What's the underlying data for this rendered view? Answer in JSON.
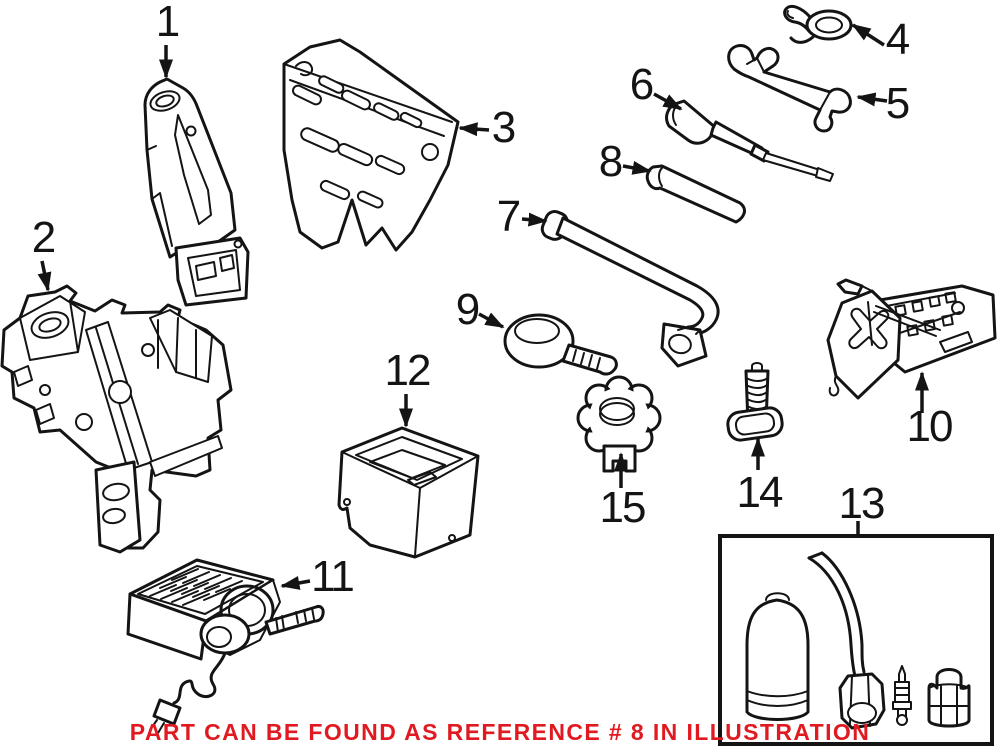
{
  "figure": {
    "kind": "auto-parts-illustration",
    "colors": {
      "background": "#ffffff",
      "line": "#141414",
      "caption_red": "#e01a20"
    }
  },
  "callouts": [
    {
      "number": "1",
      "part": "jack-bracket"
    },
    {
      "number": "2",
      "part": "jack-carrier-base"
    },
    {
      "number": "3",
      "part": "tool-foam-tray"
    },
    {
      "number": "4",
      "part": "retainer-hook"
    },
    {
      "number": "5",
      "part": "open-end-wrench"
    },
    {
      "number": "6",
      "part": "screwdriver"
    },
    {
      "number": "7",
      "part": "jack-handle"
    },
    {
      "number": "8",
      "part": "extension-rod"
    },
    {
      "number": "9",
      "part": "tow-eye"
    },
    {
      "number": "10",
      "part": "mounting-bracket"
    },
    {
      "number": "11",
      "part": "air-compressor"
    },
    {
      "number": "12",
      "part": "storage-tray"
    },
    {
      "number": "13",
      "part": "tire-sealant-kit"
    },
    {
      "number": "14",
      "part": "bolt"
    },
    {
      "number": "15",
      "part": "wing-knob"
    }
  ],
  "caption": {
    "text": "PART CAN BE FOUND AS REFERENCE # 8 IN ILLUSTRATION",
    "color": "#e01a20"
  }
}
